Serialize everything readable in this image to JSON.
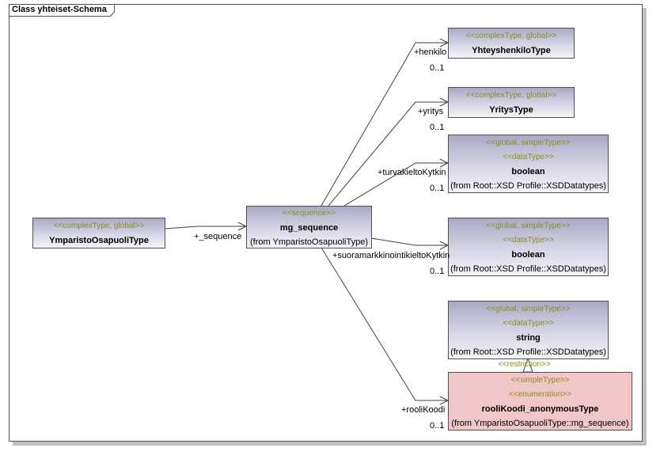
{
  "diagram": {
    "title": "Class yhteiset-Schema"
  },
  "nodes": {
    "ymparisto": {
      "stereotype": "<<complexType, global>>",
      "name": "YmparistoOsapuoliType"
    },
    "mg_sequence": {
      "stereotype": "<<sequence>>",
      "name": "mg_sequence",
      "from": "(from YmparistoOsapuoliType)"
    },
    "yhteyshenkilo": {
      "stereotype": "<<complexType, global>>",
      "name": "YhteyshenkiloType"
    },
    "yritys": {
      "stereotype": "<<complexType, global>>",
      "name": "YritysType"
    },
    "boolean1": {
      "stereotype": "<<global, simpleType>>",
      "stereotype2": "<<dataType>>",
      "name": "boolean",
      "from": "(from Root::XSD Profile::XSDDatatypes)"
    },
    "boolean2": {
      "stereotype": "<<global, simpleType>>",
      "stereotype2": "<<dataType>>",
      "name": "boolean",
      "from": "(from Root::XSD Profile::XSDDatatypes)"
    },
    "string": {
      "stereotype": "<<global, simpleType>>",
      "stereotype2": "<<dataType>>",
      "name": "string",
      "from": "(from Root::XSD Profile::XSDDatatypes)"
    },
    "roolikoodi": {
      "stereotype": "<<simpleType>>",
      "stereotype2": "<<enumeration>>",
      "name": "rooliKoodi_anonymousType",
      "from": "(from YmparistoOsapuoliType::mg_sequence)"
    }
  },
  "edges": {
    "sequence": {
      "role": "+_sequence"
    },
    "henkilo": {
      "role": "+henkilo",
      "multiplicity": "0..1"
    },
    "yritys": {
      "role": "+yritys",
      "multiplicity": "0..1"
    },
    "turvakielto": {
      "role": "+turvakieltoKytkin",
      "multiplicity": "0..1"
    },
    "suoramarkkinointi": {
      "role": "+suoramarkkinointikieltoKytkin",
      "multiplicity": "0..1"
    },
    "roolikoodi": {
      "role": "+rooliKoodi",
      "multiplicity": "0..1"
    },
    "restriction": {
      "stereotype": "<<restriction>>"
    }
  },
  "colors": {
    "stereotype_text": "#8c8c1f",
    "box_gradient_top": "#a9a9c6",
    "box_gradient_bottom": "#f3f3f8",
    "enumeration_fill": "#f0c6c6",
    "border": "#505050"
  }
}
